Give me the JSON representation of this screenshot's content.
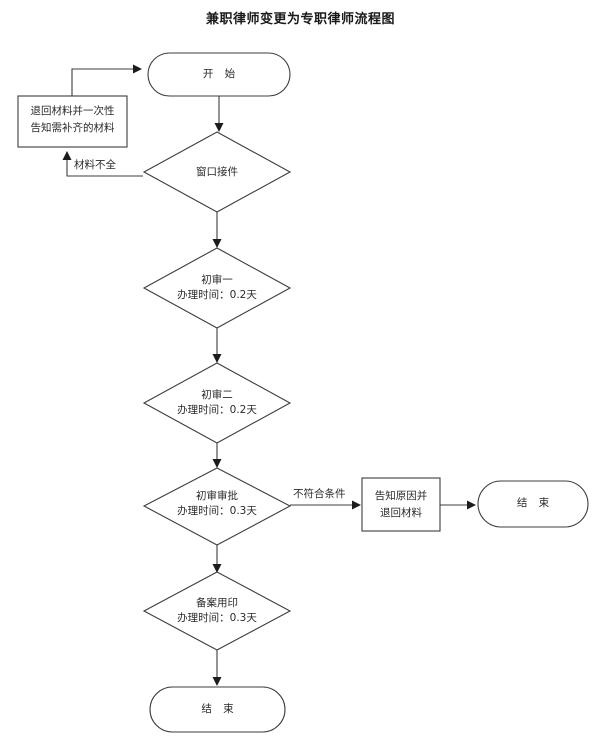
{
  "title": "兼职律师变更为专职律师流程图",
  "nodes": {
    "start": {
      "label": "开 始",
      "shape": "rounded-oval"
    },
    "return_materials": {
      "line1": "退回材料并一次性",
      "line2": "告知需补齐的材料",
      "shape": "rectangle"
    },
    "window_intake": {
      "label": "窗口接件",
      "shape": "diamond"
    },
    "first_review_1": {
      "line1": "初审一",
      "line2": "办理时间：0.2天",
      "shape": "diamond"
    },
    "first_review_2": {
      "line1": "初审二",
      "line2": "办理时间：0.2天",
      "shape": "diamond"
    },
    "first_approval": {
      "line1": "初审审批",
      "line2": "办理时间：0.3天",
      "shape": "diamond"
    },
    "inform_reason": {
      "line1": "告知原因并",
      "line2": "退回材料",
      "shape": "rectangle"
    },
    "filing_seal": {
      "line1": "备案用印",
      "line2": "办理时间：0.3天",
      "shape": "diamond"
    },
    "end_right": {
      "label": "结 束",
      "shape": "rounded-oval"
    },
    "end_bottom": {
      "label": "结 束",
      "shape": "rounded-oval"
    }
  },
  "edge_labels": {
    "incomplete_materials": "材料不全",
    "not_qualified": "不符合条件"
  },
  "colors": {
    "stroke": "#3d3d3d",
    "text": "#2b2b2b",
    "background": "#ffffff"
  }
}
